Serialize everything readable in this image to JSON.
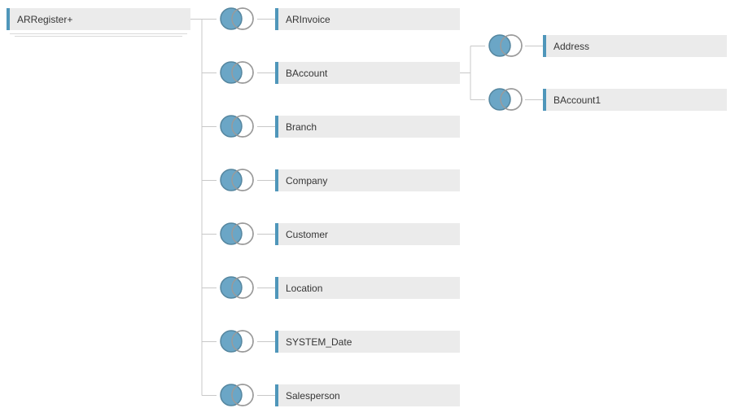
{
  "diagram": {
    "type": "join-tree",
    "root": {
      "label": "ARRegister+"
    },
    "children": [
      {
        "label": "ARInvoice",
        "join": "left"
      },
      {
        "label": "BAccount",
        "join": "left",
        "children": [
          {
            "label": "Address",
            "join": "left"
          },
          {
            "label": "BAccount1",
            "join": "left"
          }
        ]
      },
      {
        "label": "Branch",
        "join": "left"
      },
      {
        "label": "Company",
        "join": "left"
      },
      {
        "label": "Customer",
        "join": "left"
      },
      {
        "label": "Location",
        "join": "left"
      },
      {
        "label": "SYSTEM_Date",
        "join": "left"
      },
      {
        "label": "Salesperson",
        "join": "left"
      }
    ],
    "colors": {
      "node_background": "#ebebeb",
      "node_accent": "#4f96ba",
      "venn_fill": "#6ba6c6",
      "venn_stroke": "#55869f",
      "venn_empty_stroke": "#9a9a9a",
      "connector_line": "#c8c8c8",
      "text": "#363636"
    }
  }
}
